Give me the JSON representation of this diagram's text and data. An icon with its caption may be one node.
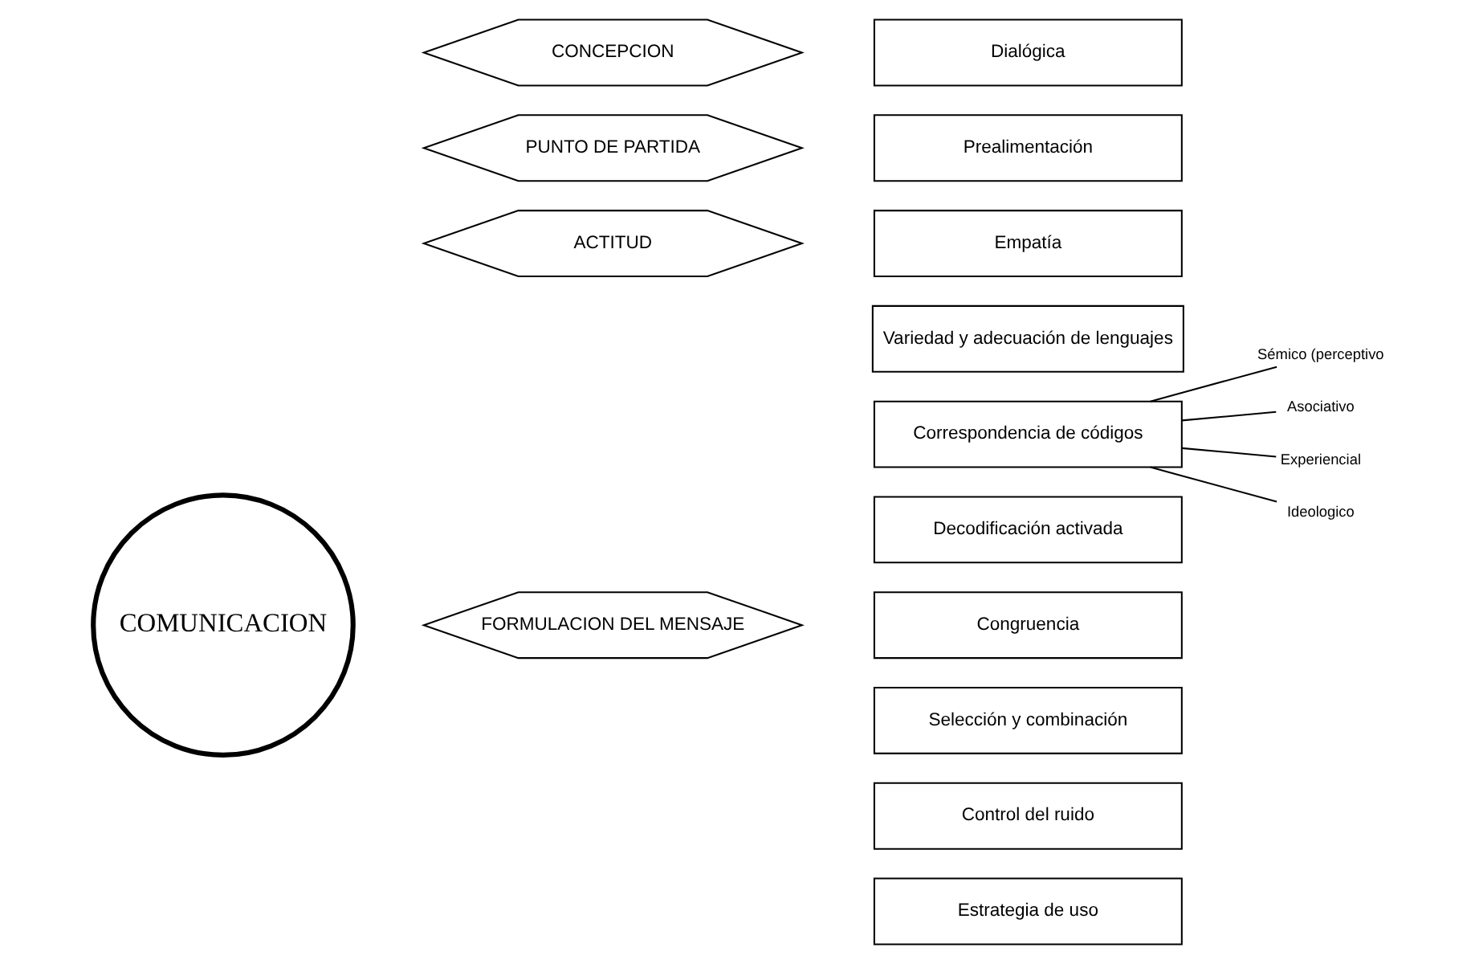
{
  "diagram": {
    "nodes": [
      {
        "text": [
          "COMUNICACION"
        ]
      },
      {
        "text": [
          "CONCEPCION"
        ]
      },
      {
        "text": [
          "PUNTO DE PARTIDA"
        ]
      },
      {
        "text": [
          "ACTITUD"
        ]
      },
      {
        "text": [
          "FORMULACION DEL MENSAJE"
        ]
      },
      {
        "text": [
          "Dialógica"
        ]
      },
      {
        "text": [
          "Prealimentación"
        ]
      },
      {
        "text": [
          "Empatía"
        ]
      },
      {
        "text": [
          "Variedad y adecuación de lenguajes"
        ]
      },
      {
        "text": [
          "Correspondencia de códigos"
        ]
      },
      {
        "text": [
          "Decodificación activada"
        ]
      },
      {
        "text": [
          "Congruencia"
        ]
      },
      {
        "text": [
          "Selección y combinación"
        ]
      },
      {
        "text": [
          "Control del ruido"
        ]
      },
      {
        "text": [
          "Estrategia de uso"
        ]
      },
      {
        "text": [
          "Sémico (perceptivo"
        ]
      },
      {
        "text": [
          "Asociativo"
        ]
      },
      {
        "text": [
          "Experiencial"
        ]
      },
      {
        "text": [
          "Ideologico"
        ]
      }
    ],
    "edges": [
      {
        "from": 9,
        "to": 15,
        "arrow": "none"
      },
      {
        "from": 9,
        "to": 16,
        "arrow": "none"
      },
      {
        "from": 9,
        "to": 17,
        "arrow": "none"
      },
      {
        "from": 9,
        "to": 18,
        "arrow": "none"
      }
    ]
  }
}
